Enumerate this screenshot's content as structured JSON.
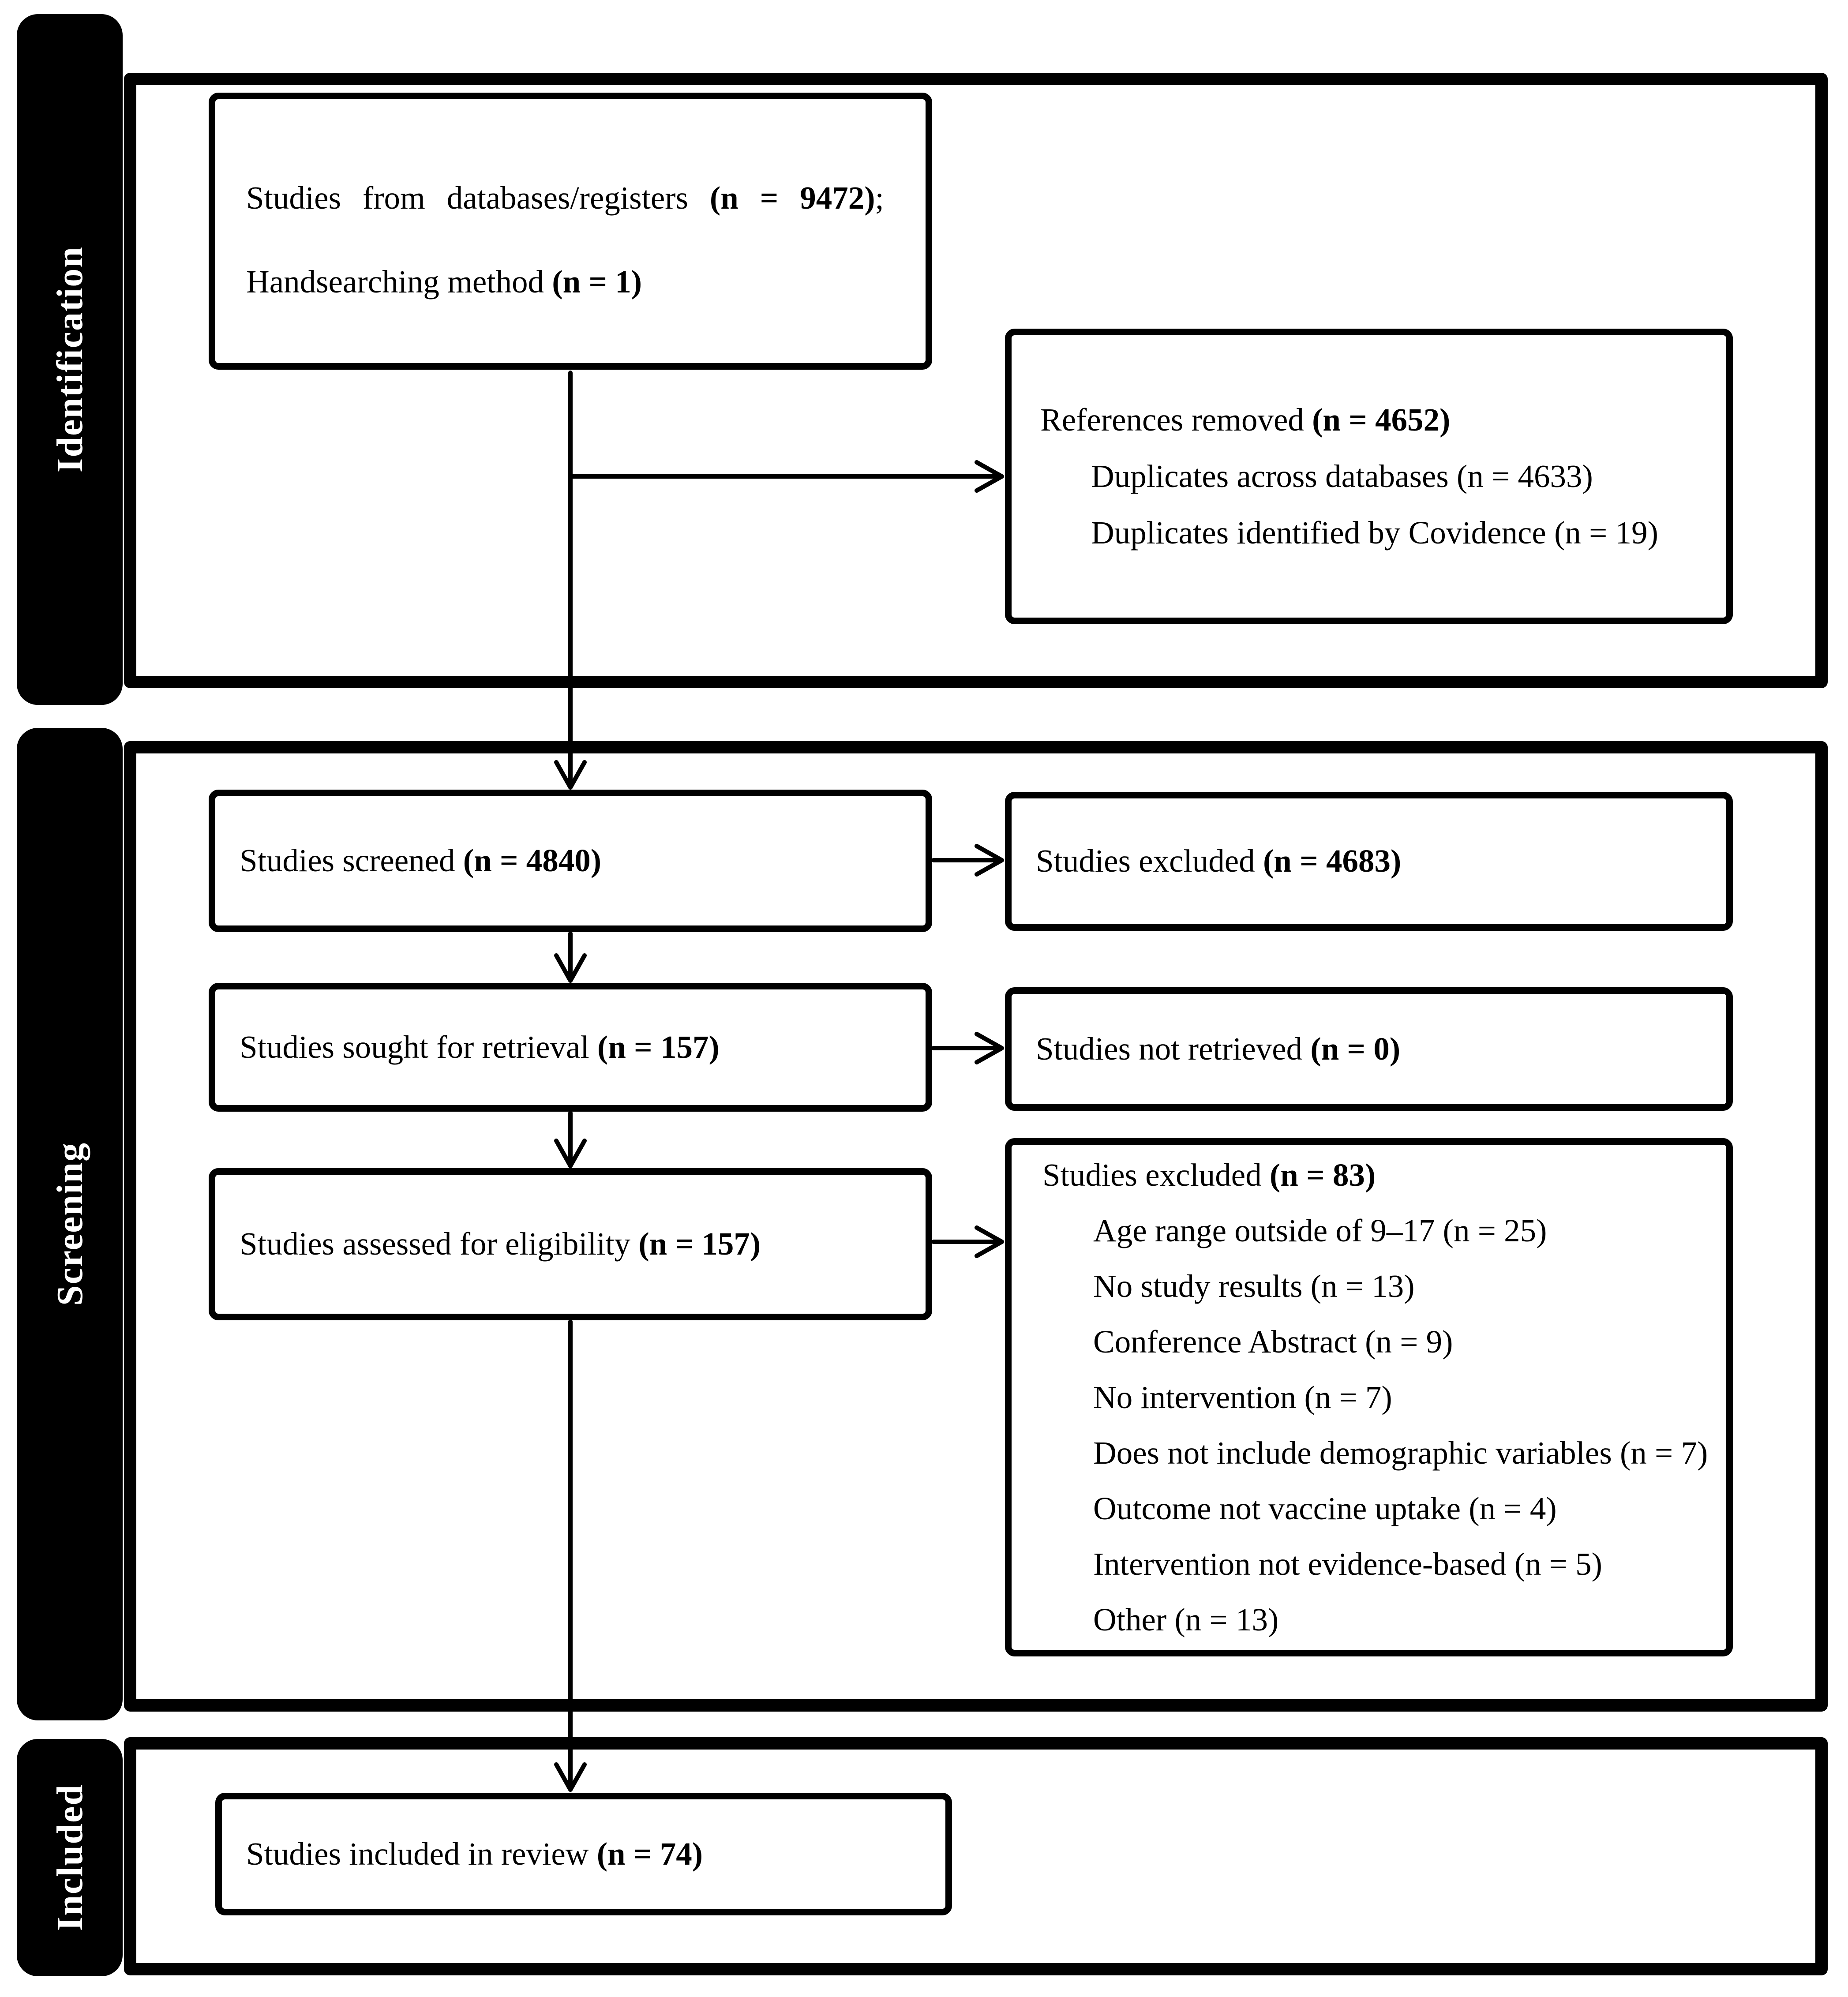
{
  "sections": {
    "identification": {
      "label": "Identification"
    },
    "screening": {
      "label": "Screening"
    },
    "included": {
      "label": "Included"
    }
  },
  "boxes": {
    "databases": {
      "line1": {
        "pre": "Studies from databases/registers ",
        "bold": "(n = 9472)",
        "post": ";"
      },
      "line2": {
        "pre": "Handsearching method ",
        "bold": "(n = 1)",
        "post": ""
      }
    },
    "references_removed": {
      "header": {
        "pre": "References removed ",
        "bold": "(n = 4652)"
      },
      "items": [
        "Duplicates across databases (n = 4633)",
        "Duplicates identified by Covidence (n = 19)"
      ]
    },
    "screened": {
      "pre": "Studies screened ",
      "bold": "(n = 4840)"
    },
    "excluded_screening": {
      "pre": "Studies excluded ",
      "bold": "(n = 4683)"
    },
    "sought": {
      "pre": "Studies sought for retrieval ",
      "bold": "(n = 157)"
    },
    "not_retrieved": {
      "pre": "Studies not retrieved ",
      "bold": "(n = 0)"
    },
    "assessed": {
      "pre": "Studies assessed for eligibility ",
      "bold": "(n = 157)"
    },
    "excluded_eligibility": {
      "header": {
        "pre": "Studies excluded ",
        "bold": "(n = 83)"
      },
      "items": [
        "Age range outside of 9–17 (n = 25)",
        "No study results (n = 13)",
        "Conference Abstract (n = 9)",
        "No intervention (n = 7)",
        "Does not include demographic variables (n = 7)",
        "Outcome not vaccine uptake (n = 4)",
        "Intervention not evidence-based (n = 5)",
        "Other (n = 13)"
      ]
    },
    "included_review": {
      "pre": "Studies included in review ",
      "bold": "(n = 74)"
    }
  },
  "colors": {
    "ink": "#000000",
    "paper": "#ffffff"
  }
}
